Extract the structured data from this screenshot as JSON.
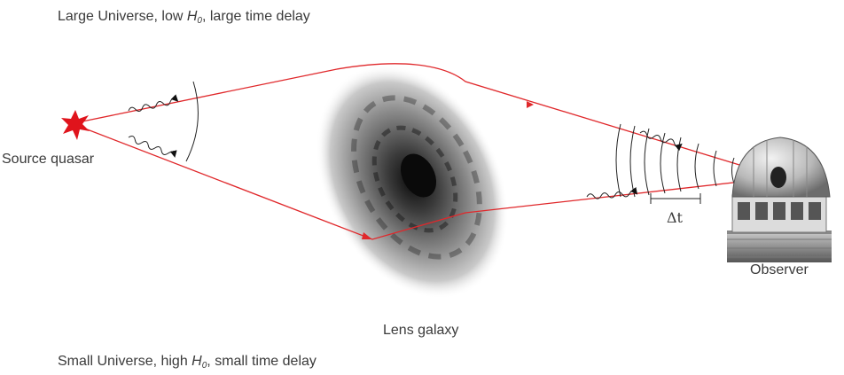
{
  "top_caption": {
    "prefix": "Large Universe, low ",
    "var": "H",
    "sub": "0",
    "suffix": ", large time delay"
  },
  "bottom_caption": {
    "prefix": "Small Universe, high ",
    "var": "H",
    "sub": "0",
    "suffix": ", small time delay"
  },
  "labels": {
    "source": "Source quasar",
    "lens": "Lens galaxy",
    "observer": "Observer",
    "delta_t": "Δt"
  },
  "colors": {
    "ray": "#e0282b",
    "star": "#e0141c",
    "wave": "#222222",
    "text": "#3a3a3a"
  },
  "icons": {
    "source": "star-icon",
    "observer": "observatory-dome-icon"
  }
}
